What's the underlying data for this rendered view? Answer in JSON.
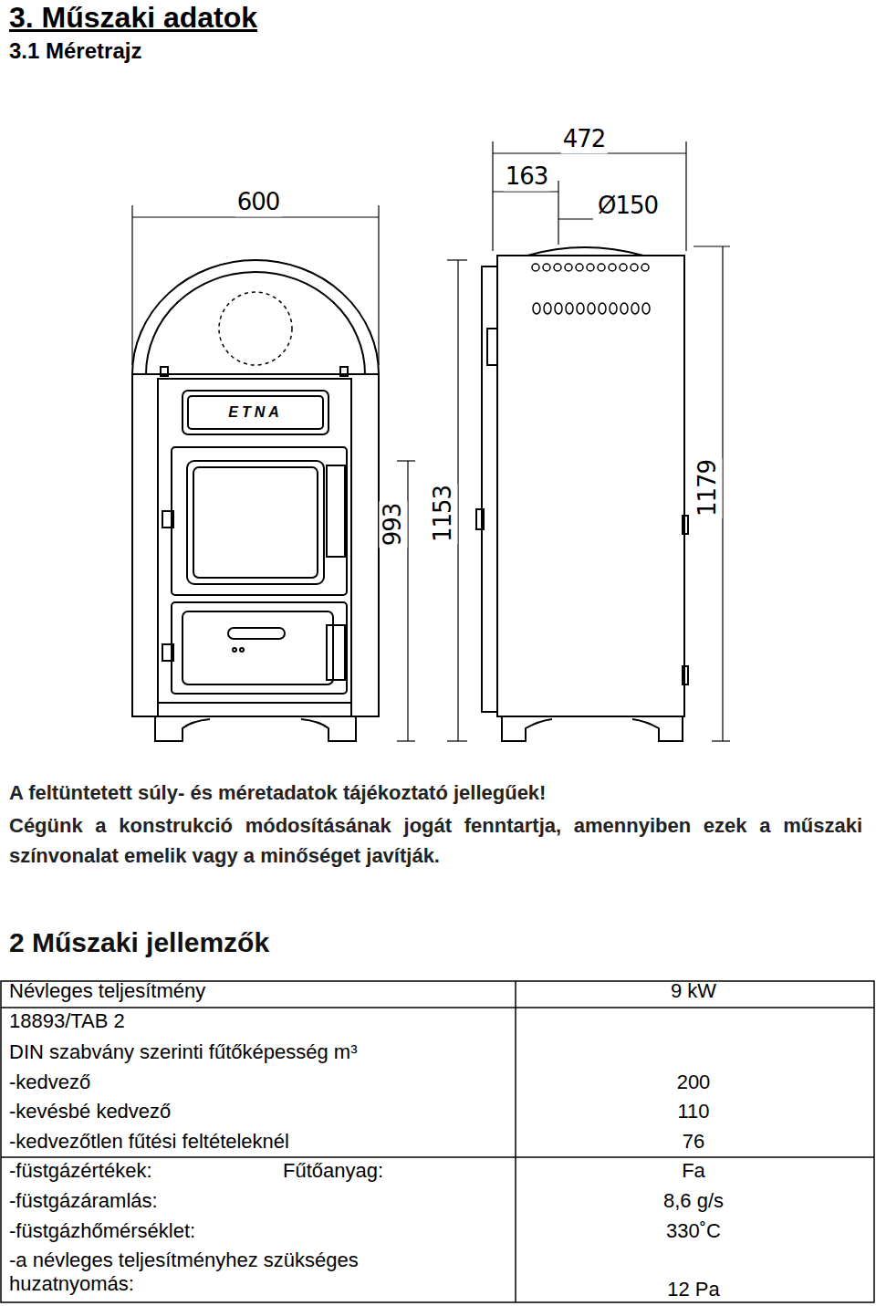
{
  "diagram": {
    "title": "3. Műszaki adatok",
    "nodes": [
      {
        "text": [
          "ETNA"
        ]
      }
    ],
    "labels": [
      "3.1 Méretrajz",
      "600",
      "472",
      "163",
      "Ø150",
      "993",
      "1153",
      "1179",
      "A feltüntetett súly- és méretadatok tájékoztató jellegűek!",
      "Cégünk a konstrukció módosításának jogát fenntartja, amennyiben ezek a műszaki színvonalat emelik vagy a minőséget javítják.",
      "2 Műszaki jellemzők",
      "Névleges teljesítmény",
      "9 kW",
      "18893/TAB 2",
      "DIN szabvány szerinti fűtőképesség m³",
      "-kedvező",
      "200",
      "-kevésbé kedvező",
      "110",
      "-kedvezőtlen fűtési feltételeknél",
      "76",
      "-füstgázértékek:",
      "Fűtőanyag:",
      "Fa",
      "-füstgázáramlás:",
      "8,6 g/s",
      "-füstgázhőmérséklet:",
      "330˚C",
      "-a névleges teljesítményhez szükséges huzatnyomás:",
      "12 Pa"
    ]
  }
}
